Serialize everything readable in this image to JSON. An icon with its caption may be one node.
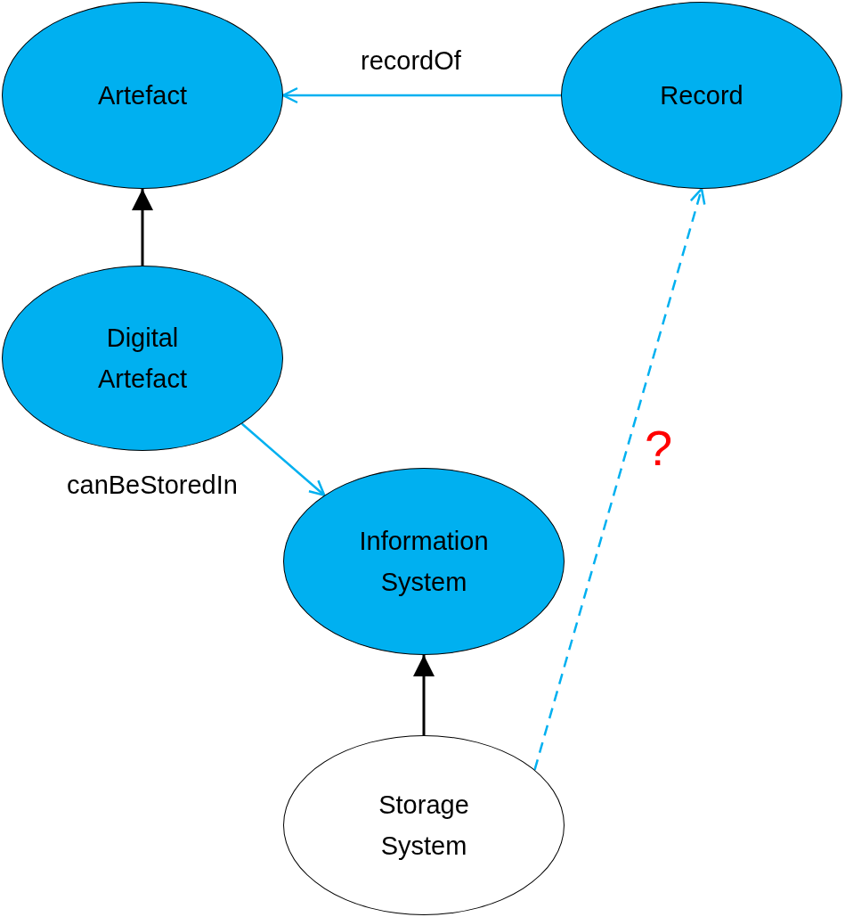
{
  "diagram": {
    "nodes": [
      {
        "text": [
          "Artefact"
        ]
      },
      {
        "text": [
          "Record"
        ]
      },
      {
        "text": [
          "Digital Artefact"
        ]
      },
      {
        "text": [
          "Information System"
        ]
      },
      {
        "text": [
          "Storage System"
        ]
      }
    ],
    "edges": [
      {
        "from": 1,
        "to": 0,
        "arrow": "to",
        "label": "recordOf"
      },
      {
        "from": 2,
        "to": 0,
        "arrow": "to",
        "color": "#000000"
      },
      {
        "from": 2,
        "to": 3,
        "arrow": "to",
        "label": "canBeStoredIn"
      },
      {
        "from": 4,
        "to": 3,
        "arrow": "to",
        "color": "#000000"
      },
      {
        "from": 4,
        "to": 1,
        "arrow": "to",
        "style": "dashed"
      }
    ],
    "labels": [
      "?"
    ]
  }
}
